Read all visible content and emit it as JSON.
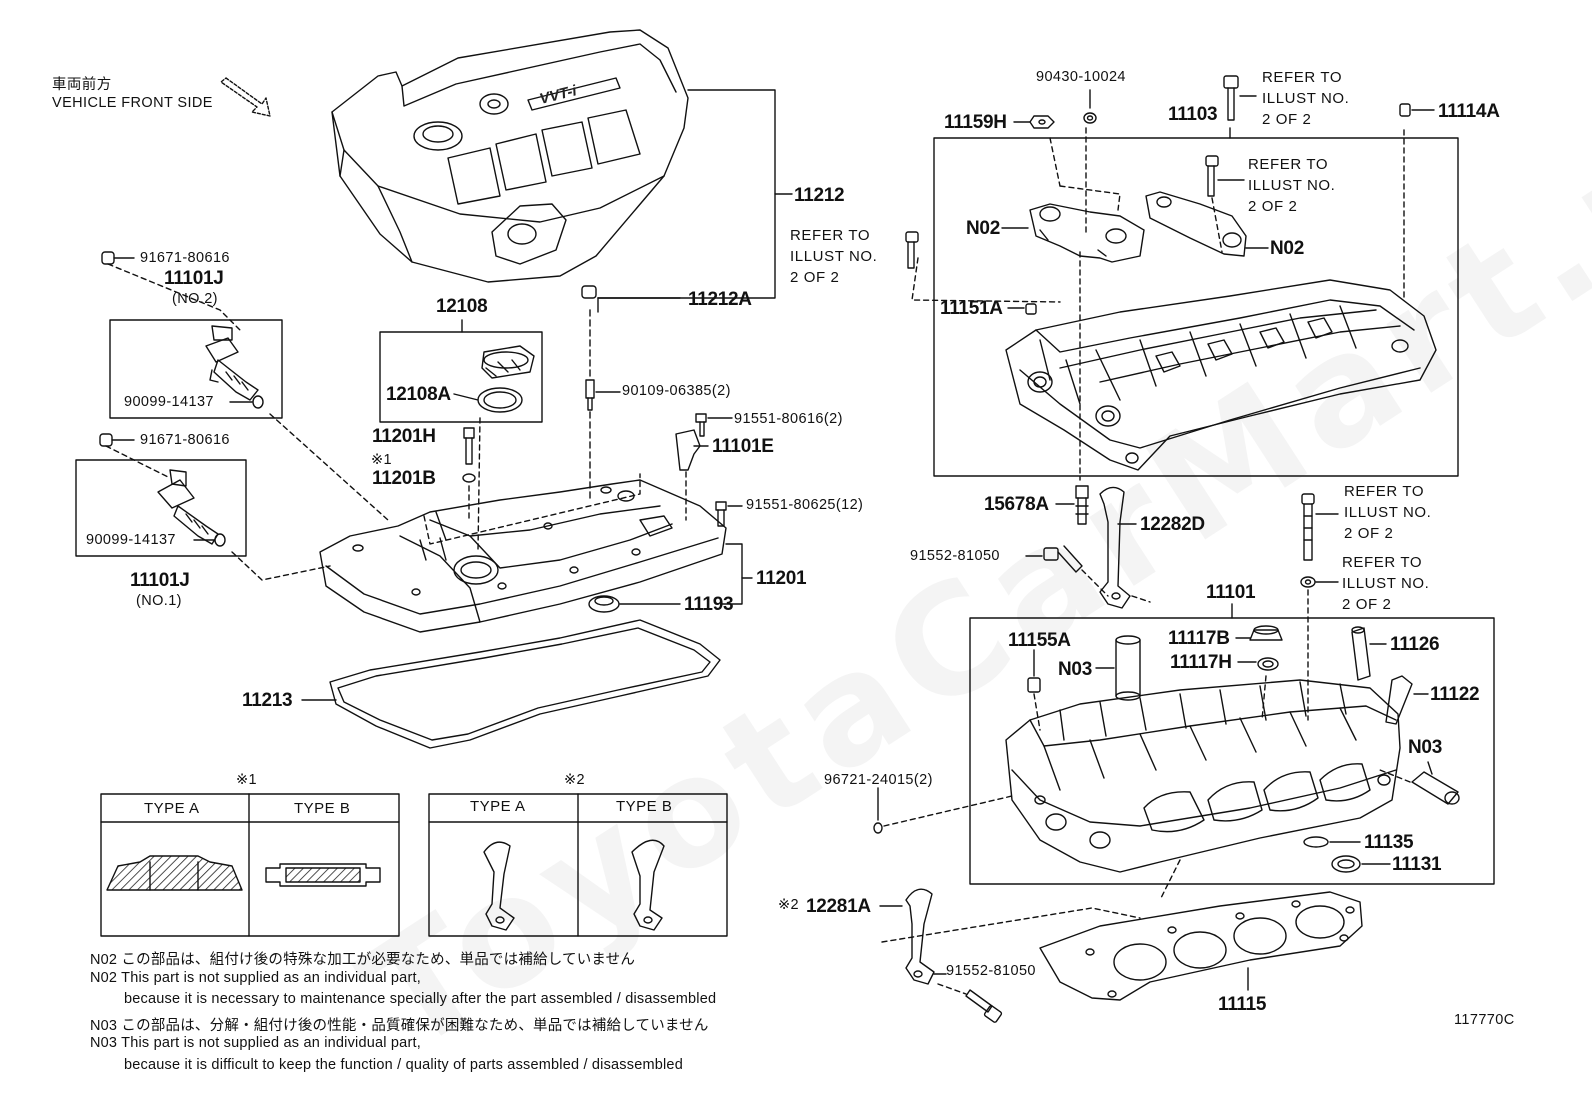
{
  "header": {
    "direction_jp": "車両前方",
    "direction_en": "VEHICLE FRONT SIDE"
  },
  "engine_cover_logo": "VVT-i",
  "parts": {
    "p11212": "11212",
    "p11212a": "11212A",
    "p12108": "12108",
    "p12108a": "12108A",
    "p11201h": "11201H",
    "p11201b_mark": "※1",
    "p11201b": "11201B",
    "p11201": "11201",
    "p11193": "11193",
    "p11213": "11213",
    "p91671_top": "91671-80616",
    "p11101j_top": "11101J",
    "p11101j_top_sub": "(NO.2)",
    "p90099_top": "90099-14137",
    "p91671_bot": "91671-80616",
    "p90099_bot": "90099-14137",
    "p11101j_bot": "11101J",
    "p11101j_bot_sub": "(NO.1)",
    "p90109": "90109-06385(2)",
    "p91551_80616": "91551-80616(2)",
    "p11101e": "11101E",
    "p91551_80625": "91551-80625(12)",
    "p90430": "90430-10024",
    "p11159h": "11159H",
    "p11103": "11103",
    "p11114a": "11114A",
    "p11151a": "11151A",
    "n02_a": "N02",
    "n02_b": "N02",
    "p15678a": "15678A",
    "p12282d": "12282D",
    "p91552_upper": "91552-81050",
    "p11101": "11101",
    "p11155a": "11155A",
    "n03_a": "N03",
    "p11117b": "11117B",
    "p11117h": "11117H",
    "p11126": "11126",
    "p11122": "11122",
    "n03_b": "N03",
    "p96721": "96721-24015(2)",
    "p11135": "11135",
    "p11131": "11131",
    "p12281a_mark": "※2",
    "p12281a": "12281A",
    "p91552_lower": "91552-81050",
    "p11115": "11115"
  },
  "refer_labels": [
    [
      "REFER TO",
      "ILLUST NO.",
      "2 OF 2"
    ],
    [
      "REFER TO",
      "ILLUST NO.",
      "2 OF 2"
    ],
    [
      "REFER TO",
      "ILLUST NO.",
      "2 OF 2"
    ],
    [
      "REFER TO",
      "ILLUST NO.",
      "2 OF 2"
    ],
    [
      "REFER TO",
      "ILLUST NO.",
      "2 OF 2"
    ]
  ],
  "type_tables": [
    {
      "mark": "※1",
      "col_a": "TYPE A",
      "col_b": "TYPE B"
    },
    {
      "mark": "※2",
      "col_a": "TYPE A",
      "col_b": "TYPE B"
    }
  ],
  "notes": [
    "N02 この部品は、組付け後の特殊な加工が必要なため、単品では補給していません",
    "N02 This part is not supplied as an individual part,",
    "because it is necessary to maintenance specially after the part assembled / disassembled",
    "N03 この部品は、分解・組付け後の性能・品質確保が困難なため、単品では補給していません",
    "N03 This part is not supplied as an individual part,",
    "because it is difficult to keep the function / quality of parts assembled / disassembled"
  ],
  "illustration_number": "117770C",
  "watermark": "ToyotaCarMart.ru"
}
